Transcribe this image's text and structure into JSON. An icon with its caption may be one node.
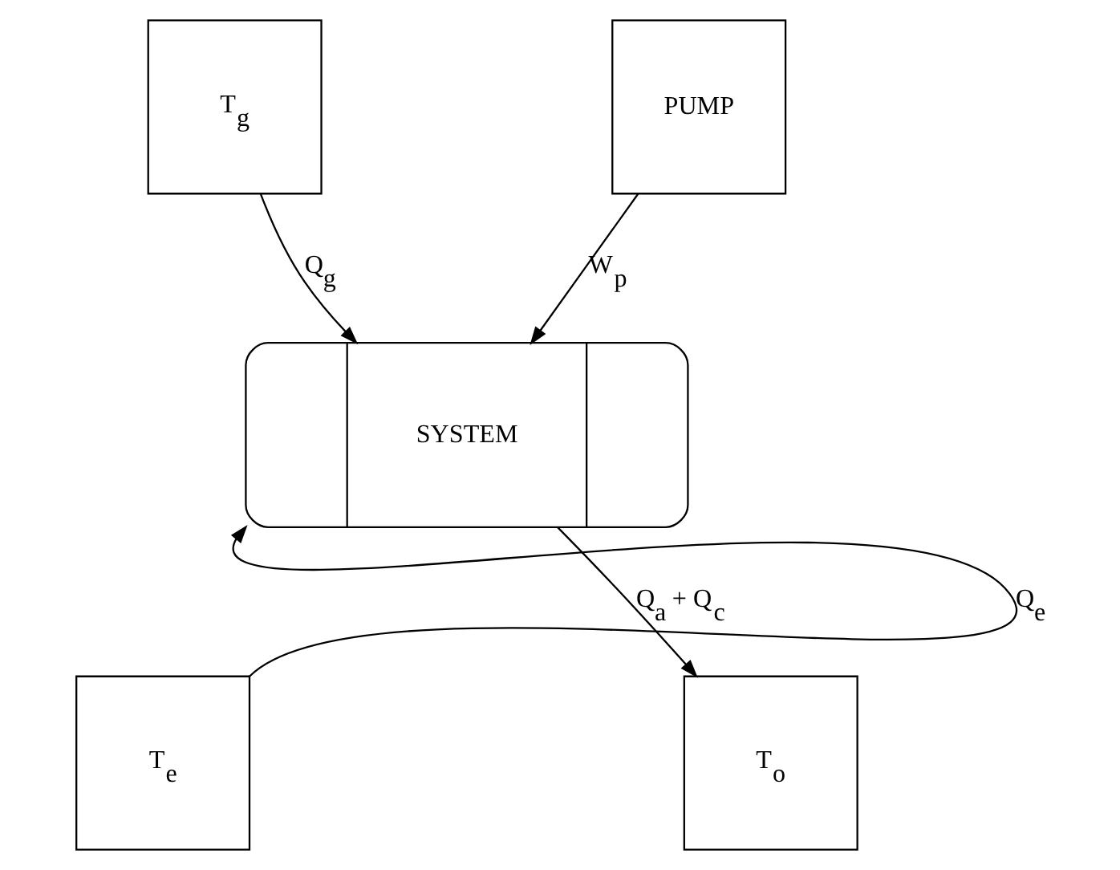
{
  "diagram": {
    "nodes": [
      {
        "text": [
          "T$_{g}$"
        ]
      },
      {
        "text": [
          "PUMP"
        ]
      },
      {
        "text": [
          "SYSTEM"
        ]
      },
      {
        "text": [
          "T$_{e}$"
        ]
      },
      {
        "text": [
          "T$_{o}$"
        ]
      }
    ],
    "edges": [
      {
        "from": 0,
        "to": 2,
        "arrow": "to",
        "label": "Q$_{g}$"
      },
      {
        "from": 1,
        "to": 2,
        "arrow": "to",
        "label": "W$_{p}$"
      },
      {
        "from": 3,
        "to": 2,
        "arrow": "to",
        "label": "Q$_{e}$"
      },
      {
        "from": 2,
        "to": 4,
        "arrow": "to",
        "label": "Q$_{a}$ + Q$_{c}$"
      }
    ]
  }
}
